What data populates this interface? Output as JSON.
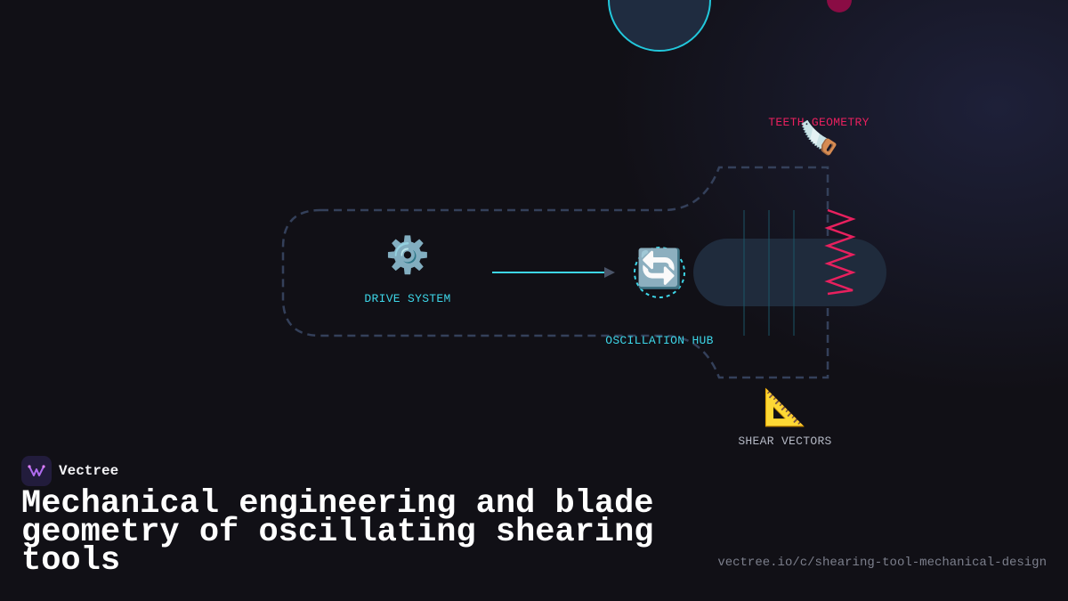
{
  "diagram": {
    "nodes": {
      "drive_system": {
        "label": "DRIVE SYSTEM",
        "icon": "gear-icon",
        "glyph": "⚙️",
        "color": "#3dd6e8"
      },
      "oscillation_hub": {
        "label": "OSCILLATION HUB",
        "icon": "rotate-arrows-icon",
        "glyph": "🔄",
        "color": "#3dd6e8"
      },
      "teeth_geometry": {
        "label": "TEETH GEOMETRY",
        "icon": "saw-icon",
        "glyph": "🪚",
        "color": "#e8205e"
      },
      "shear_vectors": {
        "label": "SHEAR VECTORS",
        "icon": "triangle-ruler-icon",
        "glyph": "📐",
        "color": "#b4b8c4"
      }
    },
    "colors": {
      "accent": "#3dd6e8",
      "teeth": "#e8205e",
      "outline": "#34405a",
      "blade": "#1f2b3c"
    }
  },
  "brand": {
    "name": "Vectree",
    "logo_icon": "vectree-logo-icon"
  },
  "title": "Mechanical engineering and blade geometry of oscillating shearing tools",
  "url": "vectree.io/c/shearing-tool-mechanical-design"
}
